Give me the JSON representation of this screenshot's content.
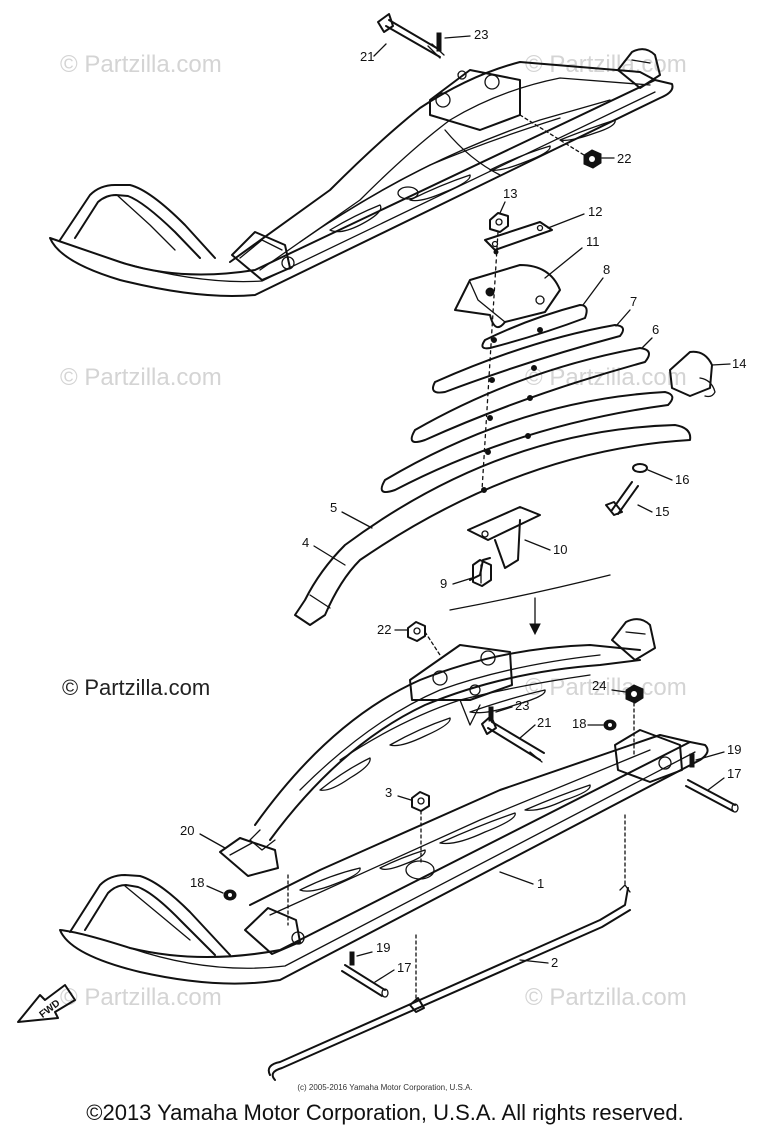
{
  "watermark": {
    "text": "© Partzilla.com",
    "dark_text": "© Partzilla.com"
  },
  "callouts": [
    "1",
    "2",
    "3",
    "4",
    "5",
    "6",
    "7",
    "8",
    "9",
    "10",
    "11",
    "12",
    "13",
    "14",
    "15",
    "16",
    "17",
    "17",
    "18",
    "18",
    "19",
    "19",
    "20",
    "21",
    "21",
    "22",
    "22",
    "23",
    "23",
    "24"
  ],
  "fwd_label": "FWD",
  "small_copyright": "(c) 2005-2016 Yamaha Motor Corporation, U.S.A.",
  "footer": "©2013 Yamaha Motor Corporation, U.S.A. All rights reserved."
}
